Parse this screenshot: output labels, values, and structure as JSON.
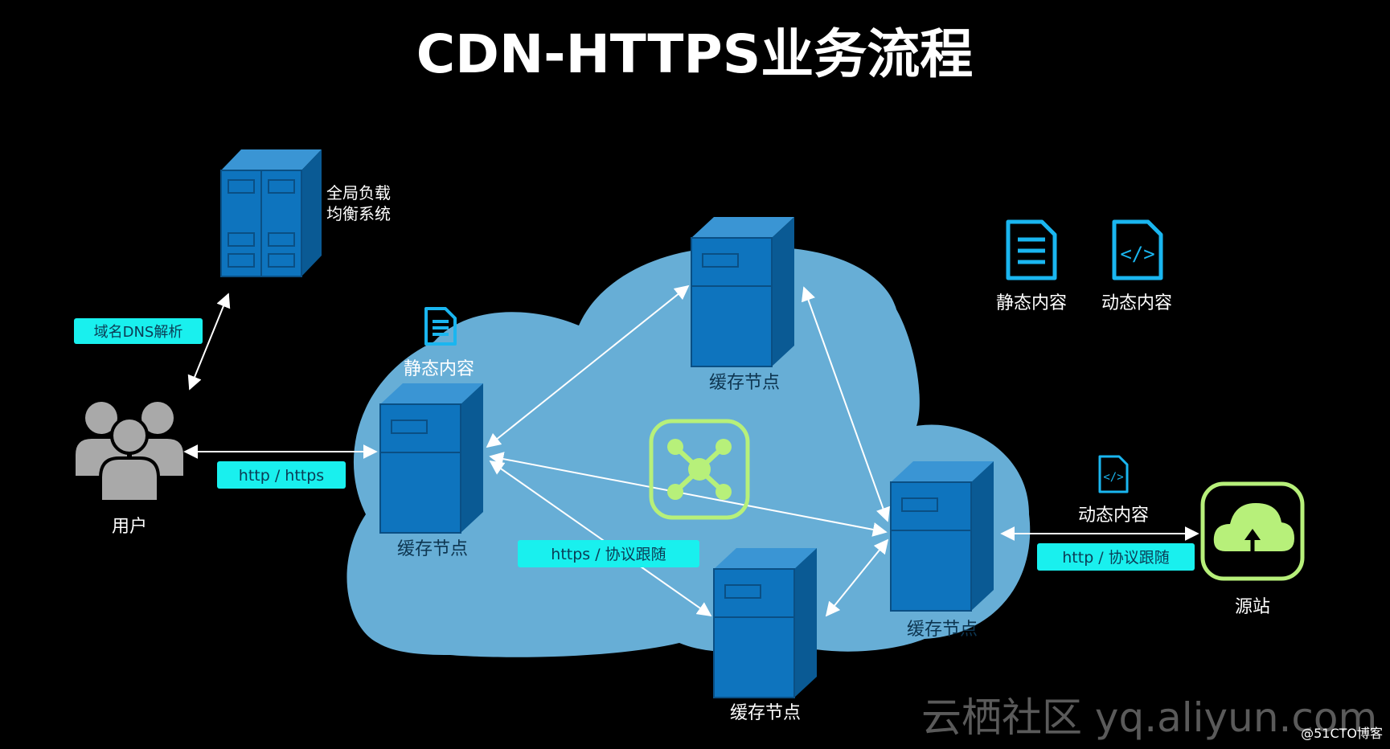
{
  "title": "CDN-HTTPS业务流程",
  "nodes": {
    "gslb": {
      "label_line1": "全局负载",
      "label_line2": "均衡系统"
    },
    "user": {
      "label": "用户"
    },
    "cache_left": {
      "label": "缓存节点",
      "content_label": "静态内容"
    },
    "cache_top": {
      "label": "缓存节点"
    },
    "cache_bottom": {
      "label": "缓存节点"
    },
    "cache_right": {
      "label": "缓存节点",
      "content_label": "动态内容"
    },
    "origin": {
      "label": "源站"
    }
  },
  "legend": {
    "static": {
      "label": "静态内容",
      "icon": "document-icon"
    },
    "dynamic": {
      "label": "动态内容",
      "icon": "code-icon"
    }
  },
  "edge_labels": {
    "dns": "域名DNS解析",
    "user_cache": "http / https",
    "inter_cache": "https / 协议跟随",
    "origin": "http / 协议跟随"
  },
  "watermark": {
    "brand": "云栖社区 yq.aliyun.com",
    "credit": "@51CTO博客"
  },
  "colors": {
    "cloud": "#67aed6",
    "server_front": "#0e74be",
    "server_side": "#0a5a94",
    "server_top": "#3a95d4",
    "tag_bg": "#19f0ee",
    "icon_cyan": "#1ab6f0",
    "hub_green": "#b7f07a",
    "arrow": "#ffffff"
  }
}
